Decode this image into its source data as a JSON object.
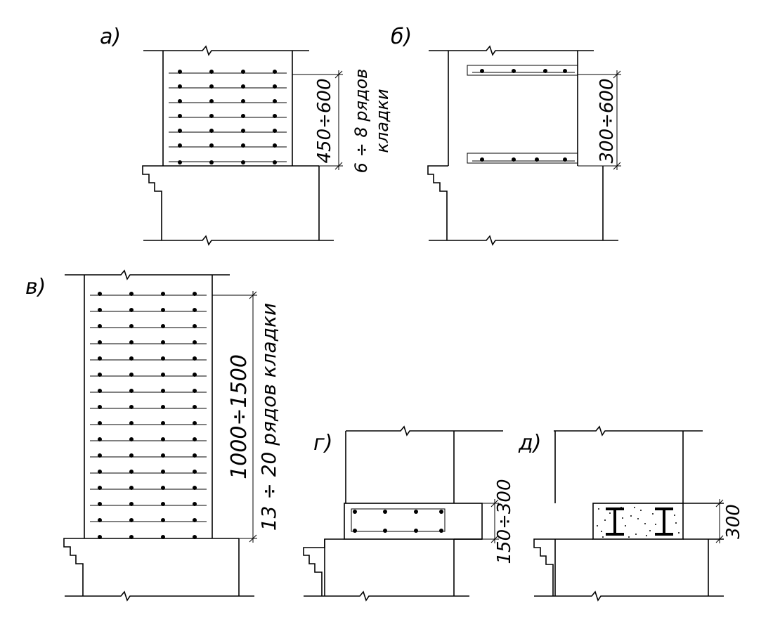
{
  "figure": {
    "panels": {
      "a": {
        "label": "а)",
        "dimension": "450÷600",
        "note_line1": "6 ÷ 8 рядов",
        "note_line2": "кладки"
      },
      "b": {
        "label": "б)",
        "dimension": "300÷600"
      },
      "v": {
        "label": "в)",
        "dimension": "1000÷1500",
        "note": "13 ÷ 20 рядов кладки"
      },
      "g": {
        "label": "г)",
        "dimension": "150÷300"
      },
      "d": {
        "label": "д)",
        "dimension": "300"
      }
    }
  }
}
